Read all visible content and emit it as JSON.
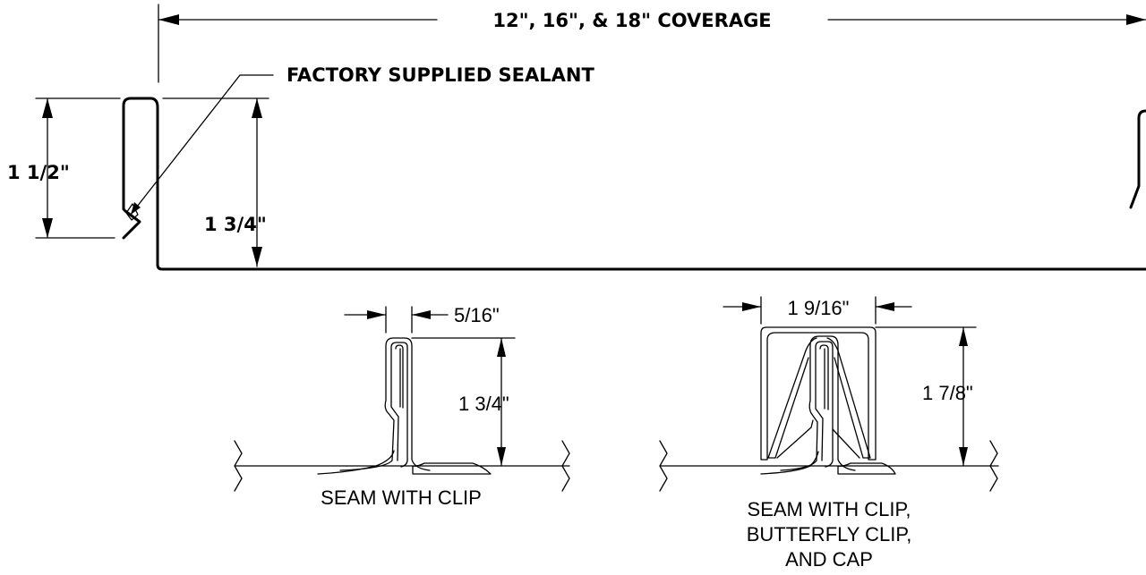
{
  "top_panel": {
    "coverage_label": "12\", 16\", & 18\" COVERAGE",
    "sealant_label": "FACTORY SUPPLIED SEALANT",
    "rib_height_label": "1 1/2\"",
    "panel_height_label": "1 3/4\""
  },
  "seam_with_clip": {
    "width_label": "5/16\"",
    "height_label": "1 3/4\"",
    "caption": "SEAM WITH CLIP"
  },
  "seam_with_cap": {
    "width_label": "1 9/16\"",
    "height_label": "1 7/8\"",
    "caption_lines": [
      "SEAM WITH CLIP,",
      "BUTTERFLY CLIP,",
      "AND CAP"
    ]
  }
}
